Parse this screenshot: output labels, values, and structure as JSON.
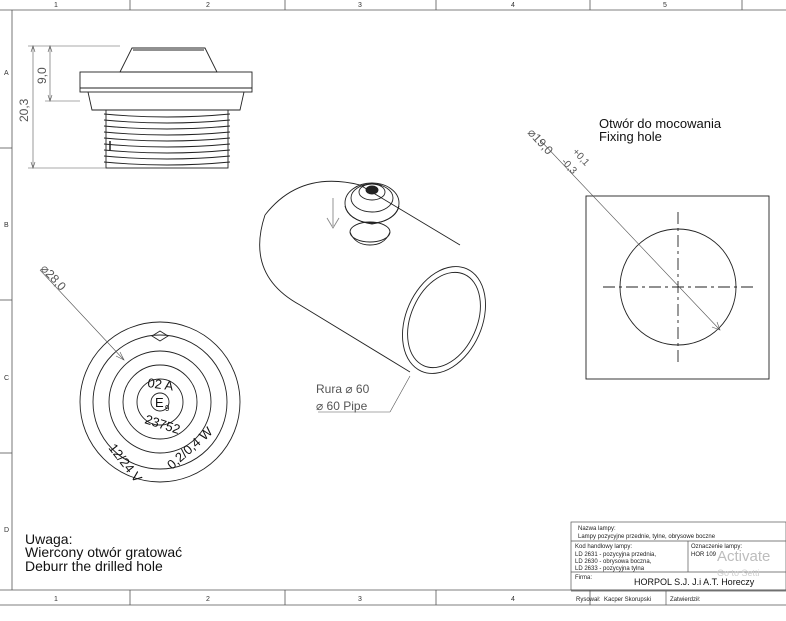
{
  "grid": {
    "columns": [
      "1",
      "2",
      "3",
      "4",
      "5"
    ],
    "rows": [
      "A",
      "B",
      "C",
      "D"
    ]
  },
  "side_view": {
    "dim_height": "20,3",
    "dim_head": "9,0"
  },
  "top_view": {
    "dim_diameter": "⌀28,0",
    "marking_code": "02 A",
    "marking_e": "E",
    "marking_e_sub": "9",
    "marking_number": "23752",
    "voltage": "12/24 V",
    "power": "0,2/0,4 W"
  },
  "iso_view": {
    "pipe_label_pl": "Rura ⌀ 60",
    "pipe_label_en": "⌀ 60 Pipe"
  },
  "hole_view": {
    "title_pl": "Otwór do mocowania",
    "title_en": "Fixing hole",
    "dim_diameter": "⌀19,0",
    "tol_upper": "+0,1",
    "tol_lower": "-0,3"
  },
  "notes": {
    "heading": "Uwaga:",
    "line_pl": "Wiercony otwór gratować",
    "line_en": "Deburr the drilled hole"
  },
  "title_block": {
    "name_label": "Nazwa lampy:",
    "name_value": "Lampy pozycyjne przednie, tylne, obrysowe boczne",
    "code_label": "Kod handlowy lampy:",
    "code_1": "LD 2631 - pozycyjna przednia,",
    "code_2": "LD 2630 - obrysowa boczna,",
    "code_3": "LD 2633 - pozycyjna tylna",
    "mark_label": "Oznaczenie lampy:",
    "mark_value": "HOR 109",
    "firm_label": "Firma:",
    "firm_value": "HORPOL S.J. J.i A.T. Horeczy",
    "drawn_label": "Rysował:",
    "drawn_value": "Kacper Skorupski",
    "approved_label": "Zatwierdził:"
  },
  "overlay": {
    "line1": "Activate",
    "line2": "Go to Setti"
  }
}
